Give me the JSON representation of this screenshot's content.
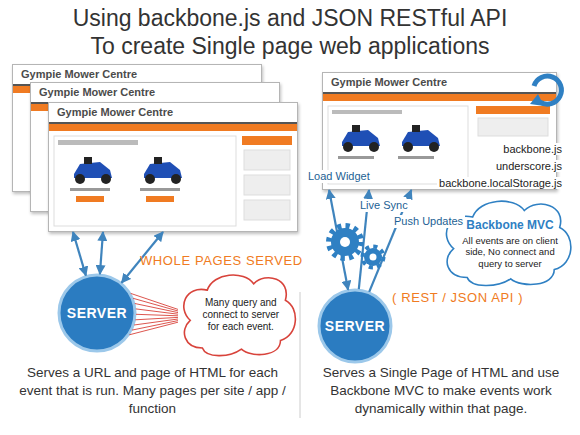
{
  "diagram": {
    "title": "Using backbone.js and JSON RESTful API To create Single page web applications",
    "nodes": [
      {
        "text": [
          "Gympie Mower Centre"
        ]
      },
      {
        "text": [
          "Gympie Mower Centre"
        ]
      },
      {
        "text": [
          "Gympie Mower Centre"
        ]
      },
      {
        "text": [
          "SERVER"
        ]
      },
      {
        "text": [
          "Many query and connect to server for each event."
        ]
      },
      {
        "text": [
          "Gympie Mower Centre"
        ]
      },
      {
        "text": [
          "Backbone MVC",
          "All events are on client side, No connect and query to server"
        ]
      },
      {
        "text": [
          "SERVER"
        ]
      }
    ],
    "edges": [
      {
        "from": 3,
        "to": 2,
        "arrow": "both"
      },
      {
        "from": 3,
        "to": 2,
        "arrow": "both"
      },
      {
        "from": 3,
        "to": 2,
        "arrow": "both"
      },
      {
        "from": 3,
        "to": 4,
        "arrow": "none"
      },
      {
        "from": 7,
        "to": 5,
        "label": "Load Widget",
        "arrow": "both"
      },
      {
        "from": 7,
        "to": 5,
        "label": "Live Sync",
        "arrow": "to"
      },
      {
        "from": 7,
        "to": 5,
        "label": "Push Updates",
        "arrow": "to"
      }
    ],
    "labels": [
      "WHOLE PAGES SERVED",
      "backbone.js",
      "underscore.js",
      "backbone.localStorage.js",
      "( REST / JSON API )",
      "Serves a URL and page of HTML for each event that is run. Many pages per site / app / function",
      "Serves a Single Page of HTML and use Backbone MVC to make events work dynamically within that page."
    ]
  }
}
